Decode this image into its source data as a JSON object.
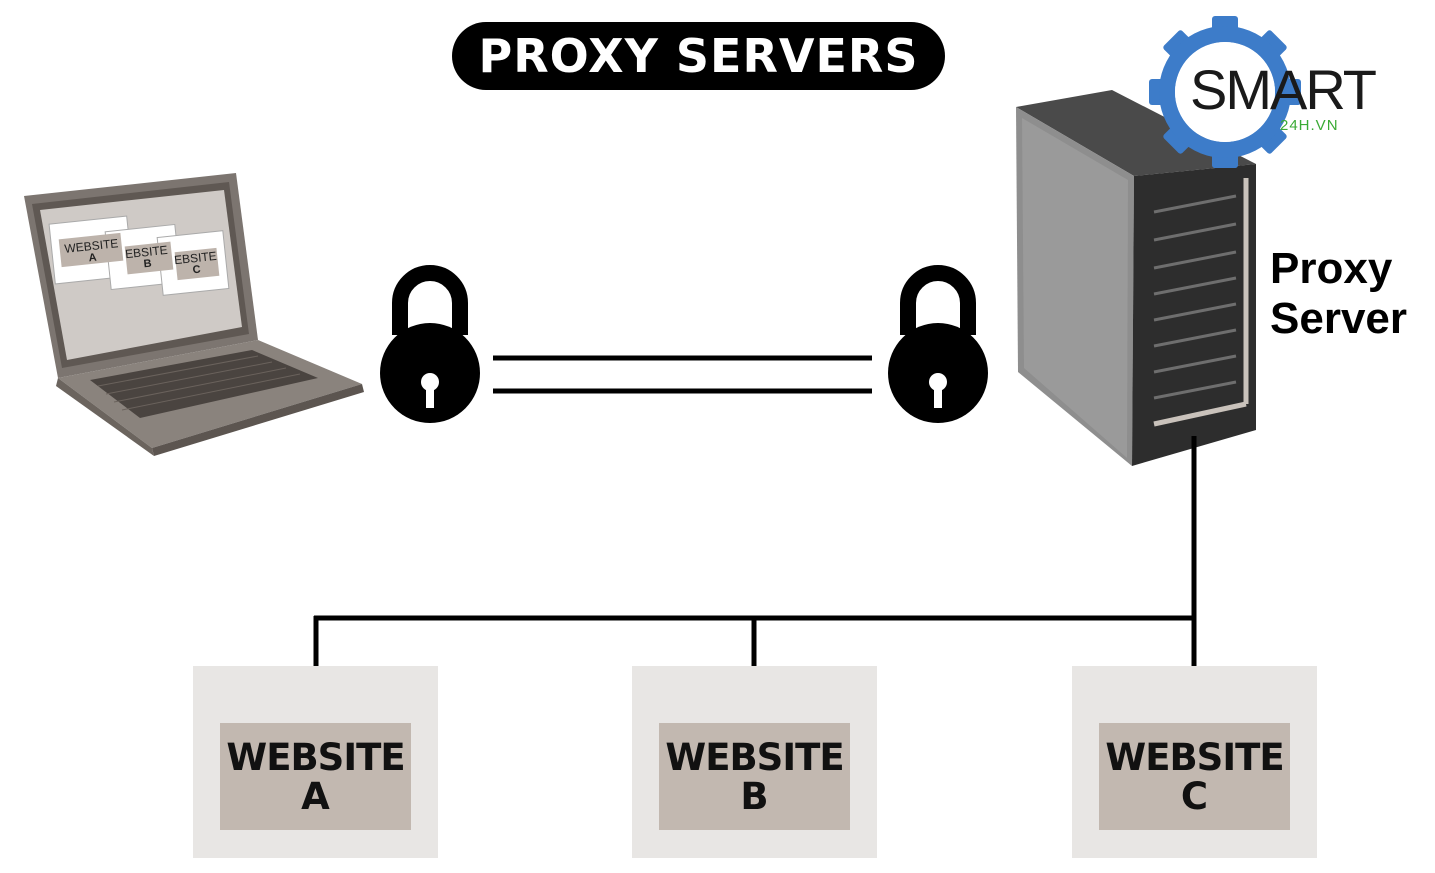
{
  "title": "PROXY SERVERS",
  "proxy_label": {
    "line1": "Proxy",
    "line2": "Server"
  },
  "websites": [
    {
      "word": "WEBSITE",
      "letter": "A"
    },
    {
      "word": "WEBSITE",
      "letter": "B"
    },
    {
      "word": "WEBSITE",
      "letter": "C"
    }
  ],
  "laptop_screen": [
    {
      "word": "WEBSITE",
      "letter": "A"
    },
    {
      "word": "EBSITE",
      "letter": "B"
    },
    {
      "word": "EBSITE",
      "letter": "C"
    }
  ],
  "logo": {
    "text": "SMART",
    "sub": "24H.VN",
    "gear_color": "#3d7cc9",
    "accent_color": "#3aaa35"
  },
  "icons": [
    "laptop-icon",
    "padlock-icon",
    "server-tower-icon",
    "gear-icon"
  ]
}
